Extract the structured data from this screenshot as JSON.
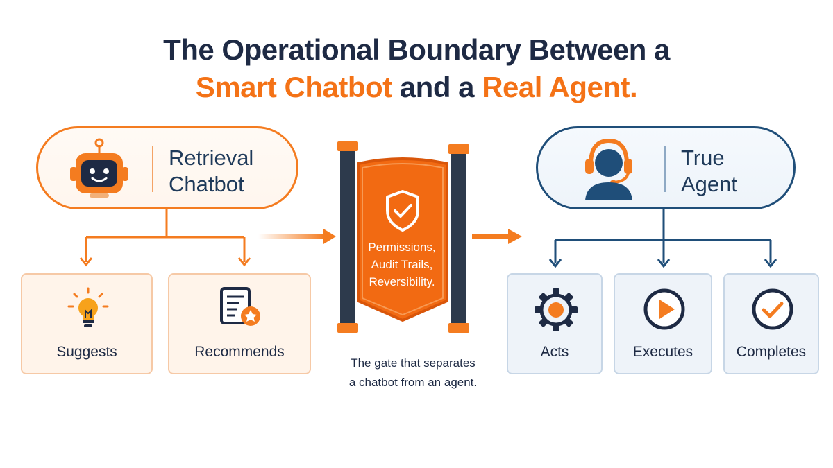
{
  "title": {
    "line1": "The Operational Boundary Between a",
    "line2_part1": "Smart Chatbot",
    "line2_part2": " and a ",
    "line2_part3": "Real Agent."
  },
  "left": {
    "label_line1": "Retrieval",
    "label_line2": "Chatbot",
    "icon": "robot-icon",
    "cards": [
      {
        "label": "Suggests",
        "icon": "lightbulb-icon"
      },
      {
        "label": "Recommends",
        "icon": "document-star-icon"
      }
    ]
  },
  "right": {
    "label_line1": "True",
    "label_line2": "Agent",
    "icon": "headset-person-icon",
    "cards": [
      {
        "label": "Acts",
        "icon": "gear-icon"
      },
      {
        "label": "Executes",
        "icon": "play-icon"
      },
      {
        "label": "Completes",
        "icon": "checkmark-icon"
      }
    ]
  },
  "gate": {
    "line1": "Permissions,",
    "line2": "Audit Trails,",
    "line3": "Reversibility.",
    "icon": "shield-check-icon",
    "caption_line1": "The gate that separates",
    "caption_line2": "a chatbot from an agent."
  },
  "colors": {
    "orange": "#f47216",
    "navy": "#1e2a44",
    "blue": "#1f4e79",
    "card_orange_bg": "#fff4ea",
    "card_blue_bg": "#eef3f9"
  }
}
